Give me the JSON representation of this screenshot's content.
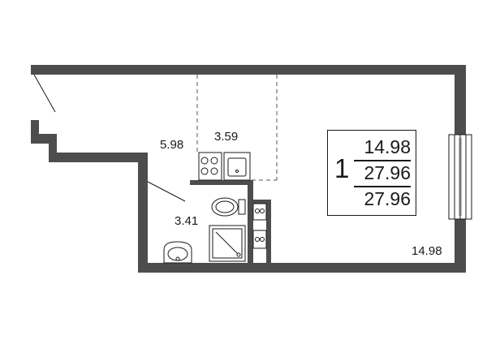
{
  "rooms": {
    "hall_area": "5.98",
    "kitchen_area": "3.59",
    "bathroom_area": "3.41",
    "living_area": "14.98"
  },
  "summary": {
    "room_count": "1",
    "living_area": "14.98",
    "total_area": "27.96",
    "total_area_with_balcony": "27.96"
  },
  "colors": {
    "wall": "#4d4d4d",
    "line": "#1a1a1a",
    "dashed": "#555555",
    "background": "#ffffff"
  },
  "icons": [
    "door-swing-icon",
    "stove-icon",
    "kitchen-sink-icon",
    "toilet-icon",
    "washbasin-icon",
    "shower-tray-icon",
    "washing-machine-icon",
    "window-icon"
  ]
}
